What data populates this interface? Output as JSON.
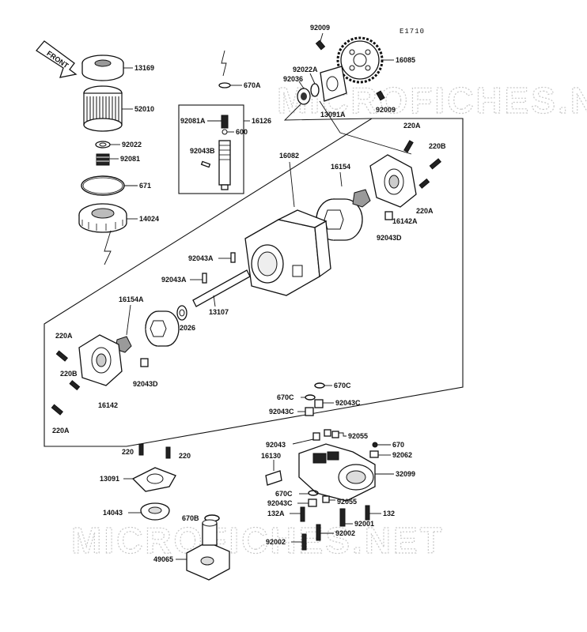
{
  "diagram_code": "E1710",
  "front_label": "FRONT",
  "watermark": "MICROFICHES.NET",
  "part_numbers": {
    "p13169": "13169",
    "p52010": "52010",
    "p92022": "92022",
    "p92081": "92081",
    "p671": "671",
    "p14024": "14024",
    "p670A": "670A",
    "p92081A": "92081A",
    "p16126": "16126",
    "p600": "600",
    "p92043B": "92043B",
    "p92009_top": "92009",
    "p92022A": "92022A",
    "p92036": "92036",
    "p16085": "16085",
    "p13091A": "13091A",
    "p92009_bottom": "92009",
    "p220A_top": "220A",
    "p220B_top": "220B",
    "p16082": "16082",
    "p16154": "16154",
    "p220A_right": "220A",
    "p16142A": "16142A",
    "p92043D_right": "92043D",
    "p92043A_1": "92043A",
    "p92043A_2": "92043A",
    "p13107": "13107",
    "p16154A": "16154A",
    "p92026": "92026",
    "p220A_left": "220A",
    "p220B_left": "220B",
    "p92043D_left": "92043D",
    "p16142": "16142",
    "p220A_bottom": "220A",
    "p670C_1": "670C",
    "p670C_2": "670C",
    "p92043C_1": "92043C",
    "p92043C_2": "92043C",
    "p92043": "92043",
    "p92055_1": "92055",
    "p670": "670",
    "p92062": "92062",
    "p16130": "16130",
    "p32099": "32099",
    "p670C_3": "670C",
    "p92043C_3": "92043C",
    "p92055_2": "92055",
    "p132A": "132A",
    "p132": "132",
    "p92001": "92001",
    "p92002_1": "92002",
    "p92002_2": "92002",
    "p220": "220",
    "p220_2": "220",
    "p13091": "13091",
    "p14043": "14043",
    "p670B": "670B",
    "p49065": "49065"
  }
}
